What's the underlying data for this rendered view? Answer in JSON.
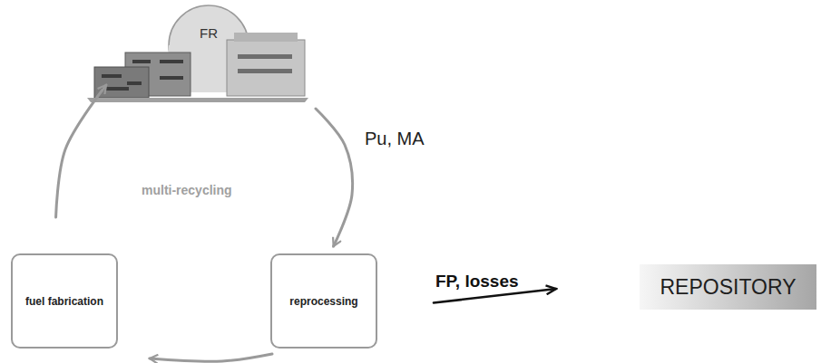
{
  "diagram": {
    "nodes": [
      {
        "text": [
          "FR"
        ]
      },
      {
        "text": [
          "fuel fabrication"
        ]
      },
      {
        "text": [
          "reprocessing"
        ]
      },
      {
        "text": [
          "REPOSITORY"
        ]
      }
    ],
    "edges": [
      {
        "from": 0,
        "to": 2,
        "label": "Pu, MA",
        "arrow": "to"
      },
      {
        "from": 2,
        "to": 1,
        "arrow": "to"
      },
      {
        "from": 1,
        "to": 0,
        "arrow": "to"
      },
      {
        "from": 2,
        "to": 3,
        "label": "FP, losses",
        "arrow": "to"
      }
    ],
    "labels": [
      "multi-recycling"
    ]
  }
}
